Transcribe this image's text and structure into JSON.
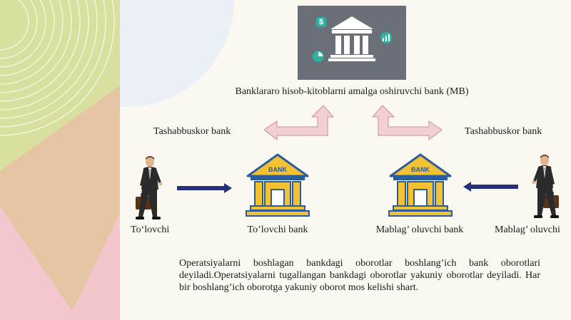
{
  "central_bank": {
    "label": "Banklararo hisob-kitoblarni amalga oshiruvchi bank (MB)",
    "icon_box_color": "#6b6f77"
  },
  "left": {
    "initiator_label": "Tashabbuskor bank",
    "payer_label": "To‘lovchi",
    "payer_bank_label": "To’lovchi bank",
    "bank_sign": "BANK"
  },
  "right": {
    "initiator_label": "Tashabbuskor bank",
    "receiver_label": "Mablag’ oluvchi",
    "receiver_bank_label": "Mablag’ oluvchi bank",
    "bank_sign": "BANK"
  },
  "icons": {
    "dollar": "$"
  },
  "paragraph": "Operatsiyalarni boshlagan bankdagi oborotlar boshlang’ich bank oborotlari deyiladi.Operatsiyalarni tugallangan bankdagi oborotlar yakuniy oborotlar deyiladi. Har bir boshlang’ich oborotga yakuniy oborot mos kelishi shart.",
  "colors": {
    "accent_teal": "#2bb3a3",
    "bank_yellow": "#f4c133",
    "bank_blue": "#2c5d9b",
    "arrow_navy": "#262f7a",
    "arrow_pink": "#f3d0d0"
  }
}
